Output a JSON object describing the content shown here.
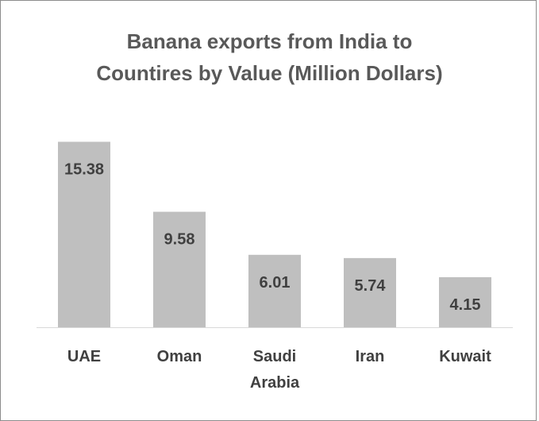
{
  "chart_data": {
    "type": "bar",
    "title_lines": [
      "Banana exports from India to",
      "Countires by Value (Million Dollars)"
    ],
    "categories": [
      [
        "UAE"
      ],
      [
        "Oman"
      ],
      [
        "Saudi",
        "Arabia"
      ],
      [
        "Iran"
      ],
      [
        "Kuwait"
      ]
    ],
    "values": [
      15.38,
      9.58,
      6.01,
      5.74,
      4.15
    ],
    "value_labels": [
      "15.38",
      "9.58",
      "6.01",
      "5.74",
      "4.15"
    ],
    "xlabel": "",
    "ylabel": "",
    "ylim": [
      0,
      16
    ],
    "grid": false,
    "legend": "none",
    "colors": {
      "bar": "#bfbfbf",
      "label": "#404040",
      "title": "#595959",
      "axis": "#d9d9d9"
    }
  }
}
